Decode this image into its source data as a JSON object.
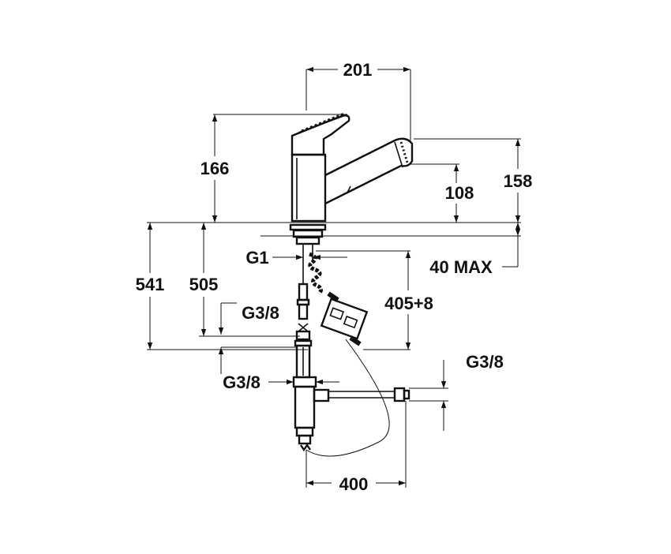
{
  "dimensions": {
    "top_width": "201",
    "handle_height": "166",
    "spout_height_total": "158",
    "spout_outlet_height": "108",
    "mount_thread": "G1",
    "deck_thickness": "40 MAX",
    "overall_height": "541",
    "body_to_connector_height": "505",
    "hose_length": "405+8",
    "inlet_thread_upper": "G3/8",
    "inlet_thread_lower": "G3/8",
    "outlet_thread": "G3/8",
    "hose_span": "400"
  },
  "colors": {
    "ink": "#111111",
    "background": "#ffffff"
  }
}
